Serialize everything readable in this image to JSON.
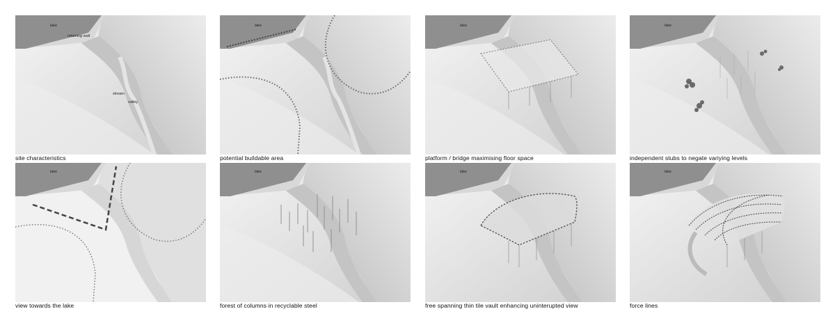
{
  "panels": [
    {
      "id": "p1",
      "caption": "site characteristics",
      "labels": {
        "lake": "lake",
        "wall": "retaining wall",
        "stream": "stream",
        "valley": "valley"
      }
    },
    {
      "id": "p2",
      "caption": "potential buildable area",
      "labels": {
        "lake": "lake"
      }
    },
    {
      "id": "p3",
      "caption": "platform / bridge maximising floor space",
      "labels": {
        "lake": "lake"
      }
    },
    {
      "id": "p4",
      "caption": "independent stubs to negate variying levels",
      "labels": {
        "lake": "lake"
      }
    },
    {
      "id": "p5",
      "caption": "view towards the lake",
      "labels": {
        "lake": "lake"
      }
    },
    {
      "id": "p6",
      "caption": "forest of columns in recyclable steel",
      "labels": {
        "lake": "lake"
      }
    },
    {
      "id": "p7",
      "caption": "free spanning thin tile vault enhancing uninterupted view",
      "labels": {
        "lake": "lake"
      }
    },
    {
      "id": "p8",
      "caption": "force lines",
      "labels": {
        "lake": "lake"
      }
    }
  ],
  "colors": {
    "lake": "#8f8f8f",
    "terrain_light": "#f2f2f2",
    "terrain_mid": "#d2d2d2",
    "valley": "#bdbdbd",
    "stream": "#dcdcdc",
    "dash": "#555555"
  },
  "footer_lines": [
    "",
    "",
    ""
  ]
}
